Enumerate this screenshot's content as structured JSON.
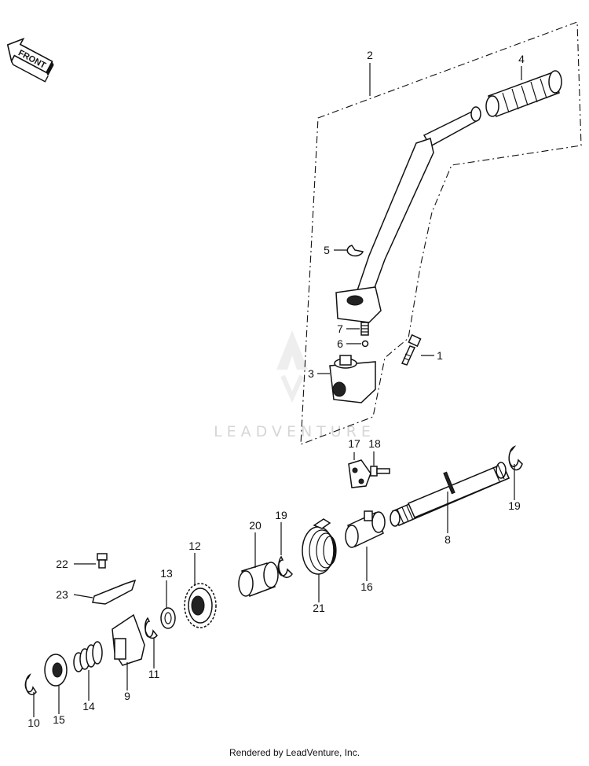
{
  "direction_label": "FRONT",
  "watermark": "LEADVENTURE",
  "footer": "Rendered by LeadVenture, Inc.",
  "callouts": [
    {
      "id": "c2",
      "text": "2"
    },
    {
      "id": "c4",
      "text": "4"
    },
    {
      "id": "c5",
      "text": "5"
    },
    {
      "id": "c7",
      "text": "7"
    },
    {
      "id": "c6",
      "text": "6"
    },
    {
      "id": "c1",
      "text": "1"
    },
    {
      "id": "c3",
      "text": "3"
    },
    {
      "id": "c17",
      "text": "17"
    },
    {
      "id": "c18",
      "text": "18"
    },
    {
      "id": "c19a",
      "text": "19"
    },
    {
      "id": "c8",
      "text": "8"
    },
    {
      "id": "c16",
      "text": "16"
    },
    {
      "id": "c20",
      "text": "20"
    },
    {
      "id": "c19b",
      "text": "19"
    },
    {
      "id": "c21",
      "text": "21"
    },
    {
      "id": "c12",
      "text": "12"
    },
    {
      "id": "c13",
      "text": "13"
    },
    {
      "id": "c22",
      "text": "22"
    },
    {
      "id": "c23",
      "text": "23"
    },
    {
      "id": "c11",
      "text": "11"
    },
    {
      "id": "c9",
      "text": "9"
    },
    {
      "id": "c14",
      "text": "14"
    },
    {
      "id": "c15",
      "text": "15"
    },
    {
      "id": "c10",
      "text": "10"
    }
  ]
}
